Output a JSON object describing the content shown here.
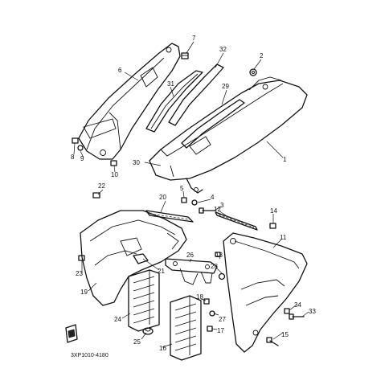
{
  "callouts": {
    "c1": "1",
    "c2": "2",
    "c3": "3",
    "c4": "4",
    "c5": "5",
    "c6": "6",
    "c7": "7",
    "c8": "8",
    "c9": "9",
    "c10": "10",
    "c11": "11",
    "c12": "12",
    "c13": "13",
    "c14": "14",
    "c15": "15",
    "c16": "16",
    "c17": "17",
    "c18": "18",
    "c19": "19",
    "c20": "20",
    "c21": "21",
    "c22": "22",
    "c23": "23",
    "c24": "24",
    "c25": "25",
    "c26": "26",
    "c27": "27",
    "c28": "28",
    "c29": "29",
    "c30": "30",
    "c31": "31",
    "c32": "32",
    "c33": "33",
    "c34": "34"
  },
  "diagram_code": "3XP1010-4180"
}
